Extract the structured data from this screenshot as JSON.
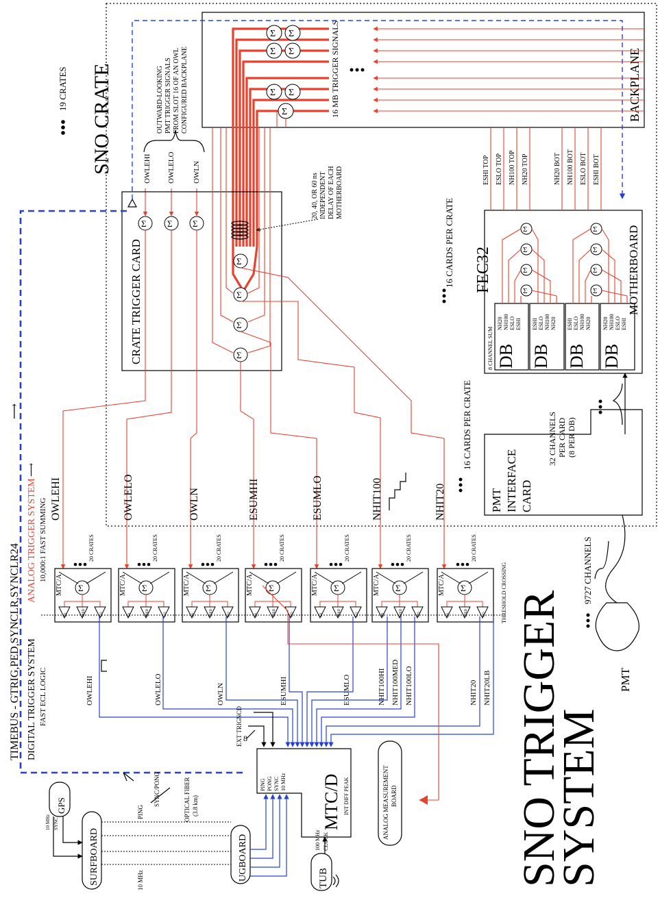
{
  "title": "SNO TRIGGER SYSTEM",
  "title_line1": "SNO TRIGGER",
  "title_line2": "SYSTEM",
  "crate": {
    "title": "SNO CRATE",
    "count": "19 CRATES",
    "backplane": "BACKPLANE",
    "mb_signals": "16 MB TRIGGER SIGNALS",
    "owl_note_1": "OUTWARD-LOOKING",
    "owl_note_2": "PMT TRIGGER SIGNALS",
    "owl_note_3": "FROM SLOT 16 OF AN OWL",
    "owl_note_4": "CONFIGURED BACKPLANE",
    "owl_signals": [
      "OWLEHI",
      "OWLELO",
      "OWLN"
    ],
    "delay_1": "20, 40, OR 60 ns",
    "delay_2": "INDEPENDENT",
    "delay_3": "DELAY OF EACH",
    "delay_4": "MOTHERBOARD",
    "ctc": "CRATE TRIGGER CARD",
    "cards_per_crate_a": "16 CARDS PER CRATE",
    "cards_per_crate_b": "16 CARDS PER CRATE"
  },
  "fec": {
    "name": "FEC32",
    "motherboard": "MOTHERBOARD",
    "db": "DB",
    "channel_sum": "8 CHANNEL SUM",
    "top_signals": [
      "ESHI TOP",
      "ESLO TOP",
      "NH100 TOP",
      "NH20 TOP"
    ],
    "bot_signals": [
      "NH20 BOT",
      "NH100 BOT",
      "ESLO BOT",
      "ESHI BOT"
    ],
    "db_labels_a": [
      "NH20",
      "NH100",
      "ESLO",
      "ESHI"
    ],
    "db_labels_b": [
      "ESHI",
      "ESLO",
      "NH100",
      "NH20"
    ]
  },
  "pmtic": {
    "line1": "PMT",
    "line2": "INTERFACE",
    "line3": "CARD",
    "channels_1": "32 CHANNELS",
    "channels_2": "PER CARD",
    "channels_3": "(8 PER DB)"
  },
  "pmt": {
    "label": "PMT",
    "channels": "9727 CHANNELS"
  },
  "analog_signals": [
    "OWLEHI",
    "OWLELO",
    "OWLN",
    "ESUMHI",
    "ESUMLO",
    "NHIT100",
    "NHIT20"
  ],
  "mtca": {
    "label": "MTC/A",
    "crates": "20 CRATES",
    "hi": "HI",
    "med": "MED",
    "lo": "LO",
    "threshold": "THRESHOLD CROSSING"
  },
  "digital_signals": [
    "OWLEHI",
    "OWLELO",
    "OWLN",
    "ESUMHI",
    "ESUMLO",
    "NHIT100HI",
    "NHIT100MED",
    "NHIT100LO",
    "NHIT20",
    "NHIT20LB"
  ],
  "timebus": "TIMEBUS - GTRIG,PED,SYNCLR,SYNCLR24",
  "analog_system": "ANALOG TRIGGER SYSTEM",
  "analog_system_sub": "10,000:1 FAST SUMMING",
  "digital_system": "DIGITAL TRIGGER SYSTEM",
  "digital_system_sub": "FAST ECL LOGIC",
  "mtcd": {
    "label": "MTC/D",
    "ext_trig": "EXT TRIG",
    "ncd": "NCD",
    "ext_count": "8",
    "inputs": [
      "PING",
      "PONG",
      "SYNC",
      "10 MHz"
    ],
    "peaks": "INT DIFF PEAK",
    "clock_1": "100 MHz",
    "clock_2": "CLOCK"
  },
  "amb_1": "ANALOG MEASUREMENT",
  "amb_2": "BOARD",
  "gps": "GPS",
  "surfboard": "SURFBOARD",
  "ugboard": "UGBOARD",
  "tub": "TUB",
  "sync_1": "10 MHz",
  "sync_2": "SYNC",
  "ping": "PING",
  "sync_pong": "SYNC/PONG",
  "fiber_1": "OPTICAL FIBER",
  "fiber_2": "(3.8 km)",
  "mhz10": "10 MHz",
  "colors": {
    "analog": "#e8412c",
    "digital": "#2340d8",
    "ink": "#000000"
  }
}
